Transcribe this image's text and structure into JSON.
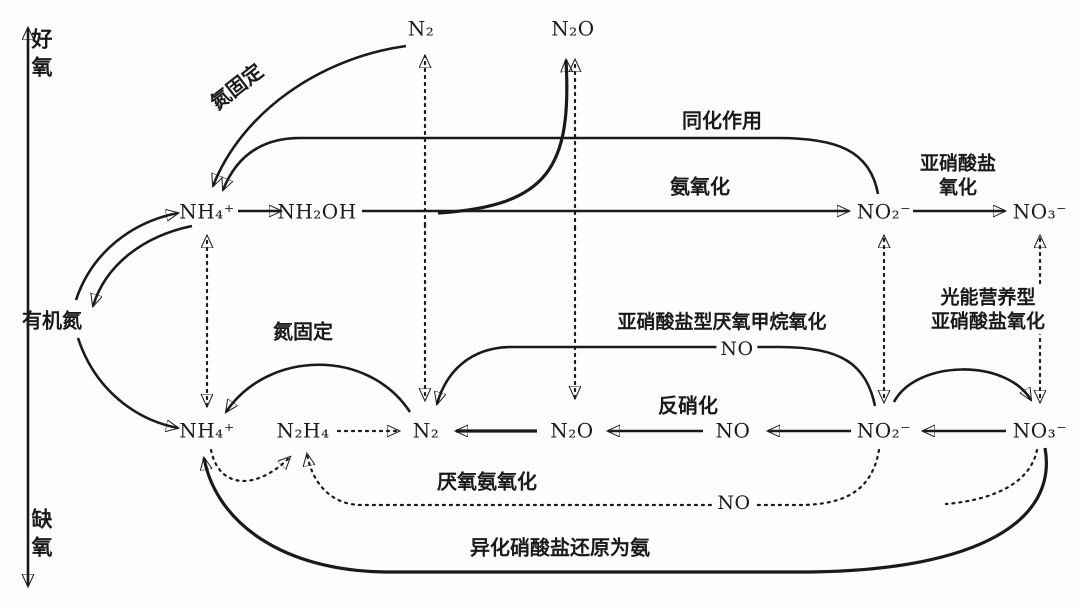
{
  "colors": {
    "ink": "#1a1a1a",
    "background": "#fdfdfd"
  },
  "axis": {
    "top": "好氧",
    "bottom": "缺氧"
  },
  "species": {
    "n2_top": "N₂",
    "n2o_top": "N₂O",
    "nh4_top": "NH₄⁺",
    "nh2oh": "NH₂OH",
    "no2_top": "NO₂⁻",
    "no3_top": "NO₃⁻",
    "organic_n": "有机氮",
    "nh4_bottom": "NH₄⁺",
    "n2h4": "N₂H₄",
    "n2_bottom": "N₂",
    "n2o_bottom": "N₂O",
    "no_bottom": "NO",
    "no2_bottom": "NO₂⁻",
    "no3_bottom": "NO₃⁻"
  },
  "labels": {
    "nitrogen_fixation_top": "氮固定",
    "assimilation": "同化作用",
    "ammonia_oxidation": "氨氧化",
    "nitrite_oxidation_line1": "亚硝酸盐",
    "nitrite_oxidation_line2": "氧化",
    "nitrogen_fixation_bottom": "氮固定",
    "ndamo": "亚硝酸盐型厌氧甲烷氧化",
    "ndamo_no": "NO",
    "phototrophic_line1": "光能营养型",
    "phototrophic_line2": "亚硝酸盐氧化",
    "denitrification": "反硝化",
    "anammox": "厌氧氨氧化",
    "anammox_no": "NO",
    "dnra": "异化硝酸盐还原为氨"
  }
}
